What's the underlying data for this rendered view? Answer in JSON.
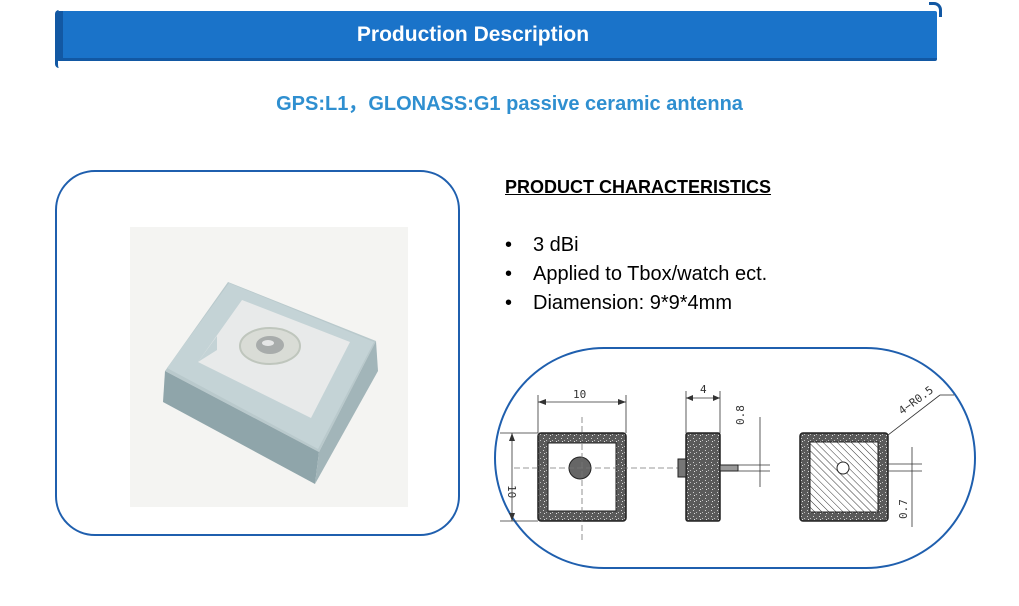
{
  "header": {
    "title": "Production Description",
    "subtitle": "GPS:L1，GLONASS:G1 passive ceramic antenna"
  },
  "characteristics": {
    "title": "PRODUCT CHARACTERISTICS",
    "bullet": "•",
    "items": [
      "3 dBi",
      "Applied to Tbox/watch ect.",
      "Diamension: 9*9*4mm"
    ]
  },
  "drawing": {
    "width_label": "10",
    "height_label": "10",
    "thickness_label": "4",
    "pin_label": "0.8",
    "radius_label": "4−R0.5",
    "offset_label": "0.7"
  },
  "colors": {
    "banner": "#1a73c9",
    "subtitle": "#2f8fd0",
    "frame_border": "#1f5fae"
  }
}
